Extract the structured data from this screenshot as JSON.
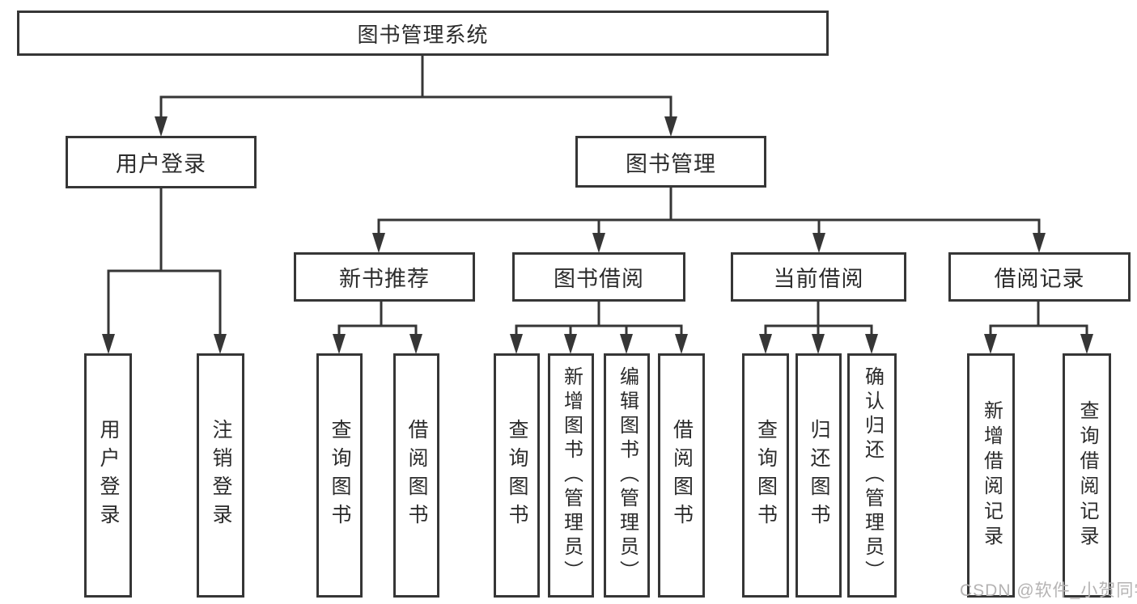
{
  "nodes": {
    "root": "图书管理系统",
    "user_login": "用户登录",
    "book_mgmt": "图书管理",
    "new_book_rec": "新书推荐",
    "book_borrow": "图书借阅",
    "current_borrow": "当前借阅",
    "borrow_record": "借阅记录"
  },
  "leaves": {
    "user_login": "用户登录",
    "logout": "注销登录",
    "nb_query": "查询图书",
    "nb_borrow": "借阅图书",
    "bb_query": "查询图书",
    "bb_add": "新增图书（管理员）",
    "bb_edit": "编辑图书（管理员）",
    "bb_borrow": "借阅图书",
    "cb_query": "查询图书",
    "cb_return": "归还图书",
    "cb_confirm": "确认归还（管理员）",
    "br_add": "新增借阅记录",
    "br_query": "查询借阅记录"
  },
  "watermark": "CSDN @软件_小贺同学",
  "colors": {
    "line": "#363636",
    "text": "#2b2b2b",
    "box_background": "#ffffff",
    "watermark": "#b5b3b3"
  }
}
